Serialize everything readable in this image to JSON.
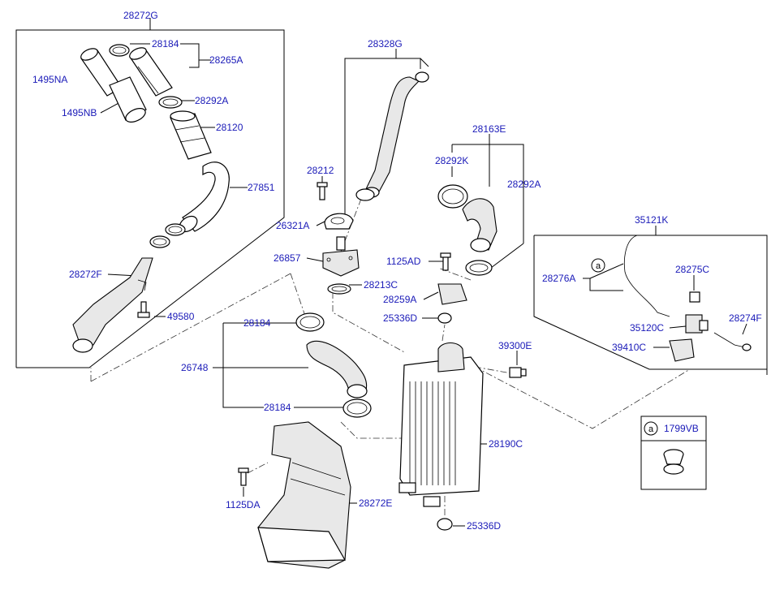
{
  "labels": {
    "p28272G": "28272G",
    "p28184_a": "28184",
    "p28265A": "28265A",
    "p1495NA": "1495NA",
    "p1495NB": "1495NB",
    "p28292A_a": "28292A",
    "p28120": "28120",
    "p27851": "27851",
    "p28272F": "28272F",
    "p49580": "49580",
    "p28328G": "28328G",
    "p28212": "28212",
    "p26321A": "26321A",
    "p26857": "26857",
    "p28213C": "28213C",
    "p28163E": "28163E",
    "p28292K": "28292K",
    "p28292A_b": "28292A",
    "p1125AD": "1125AD",
    "p28259A": "28259A",
    "p25336D_a": "25336D",
    "p35121K": "35121K",
    "p28276A": "28276A",
    "p28275C": "28275C",
    "p35120C": "35120C",
    "p28274F": "28274F",
    "p39410C": "39410C",
    "p39300E": "39300E",
    "p28184_b": "28184",
    "p26748": "26748",
    "p28184_c": "28184",
    "p28190C": "28190C",
    "p1125DA": "1125DA",
    "p28272E": "28272E",
    "p25336D_b": "25336D",
    "p1799VB": "1799VB",
    "ref_a_1": "a",
    "ref_a_2": "a"
  }
}
